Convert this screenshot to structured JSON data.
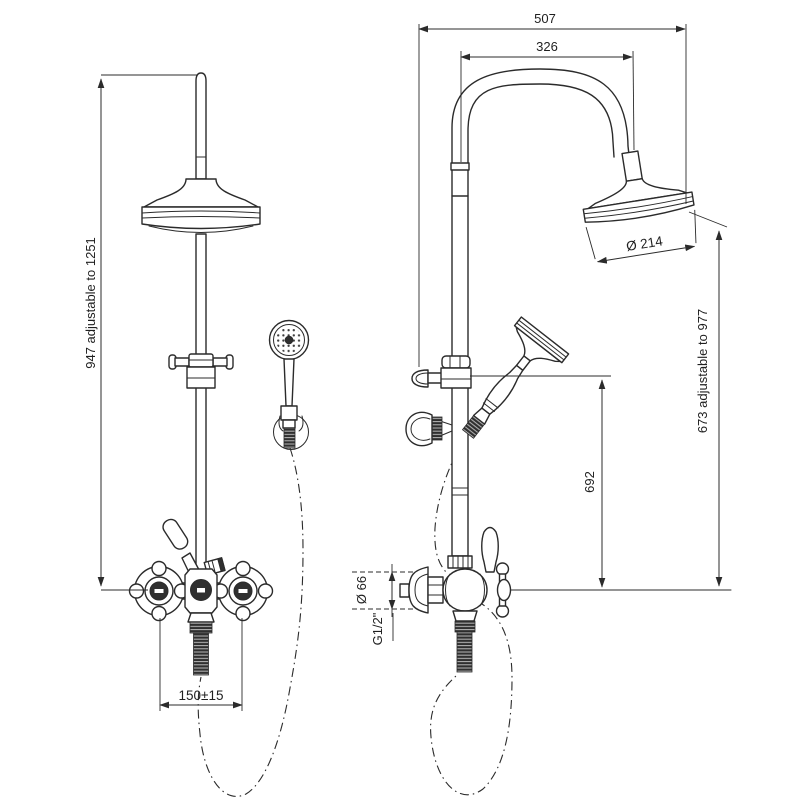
{
  "drawing": {
    "background": "#ffffff",
    "line_color": "#2b2b2b",
    "views": {
      "front": {
        "name": "front-view",
        "dims": {
          "height": "947 adjustable to 1251",
          "valve_centers": "150±15"
        }
      },
      "side": {
        "name": "side-view",
        "dims": {
          "overall_depth": "507",
          "arm_projection": "326",
          "head_diameter": "Ø 214",
          "height": "673 adjustable to 977",
          "riser": "692",
          "flange_diameter": "Ø 66",
          "thread": "G1/2\""
        }
      }
    }
  }
}
